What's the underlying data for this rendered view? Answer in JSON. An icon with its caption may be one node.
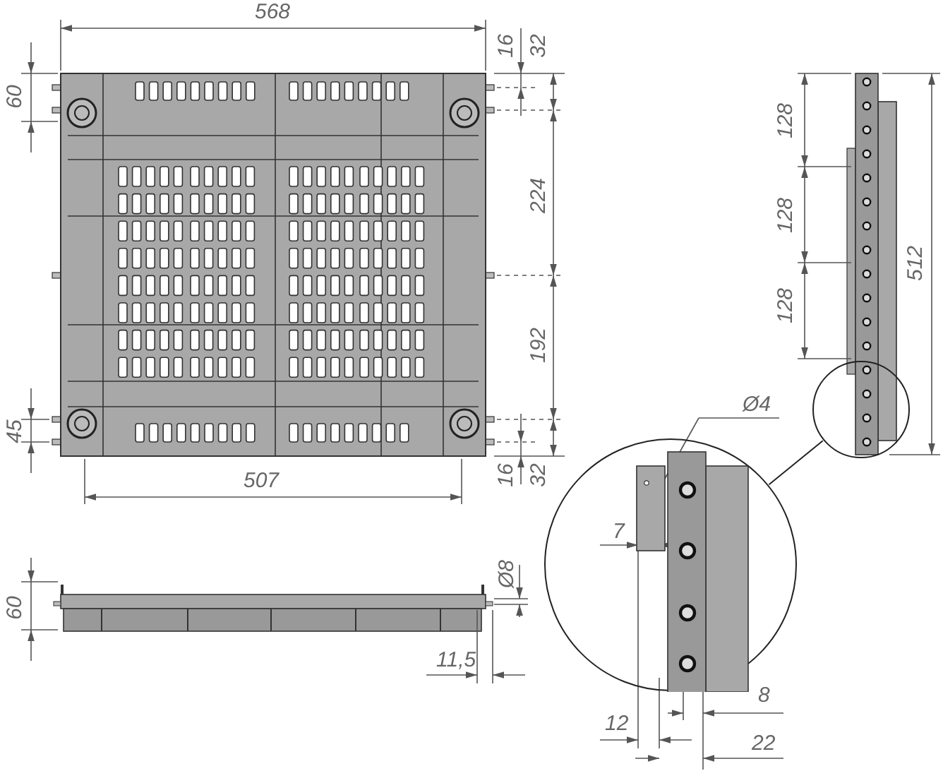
{
  "diagram": {
    "nodes": [
      {
        "text": [],
        "shape": "circle"
      },
      {
        "text": [],
        "shape": "circle"
      }
    ],
    "edges": [
      {
        "from": 0,
        "to": 1,
        "arrow": "none"
      }
    ],
    "labels": [
      "568",
      "16",
      "32",
      "60",
      "128",
      "224",
      "128",
      "512",
      "128",
      "192",
      "Ø4",
      "45",
      "16",
      "32",
      "507",
      "7",
      "Ø8",
      "60",
      "11,5",
      "8",
      "12",
      "22"
    ]
  }
}
